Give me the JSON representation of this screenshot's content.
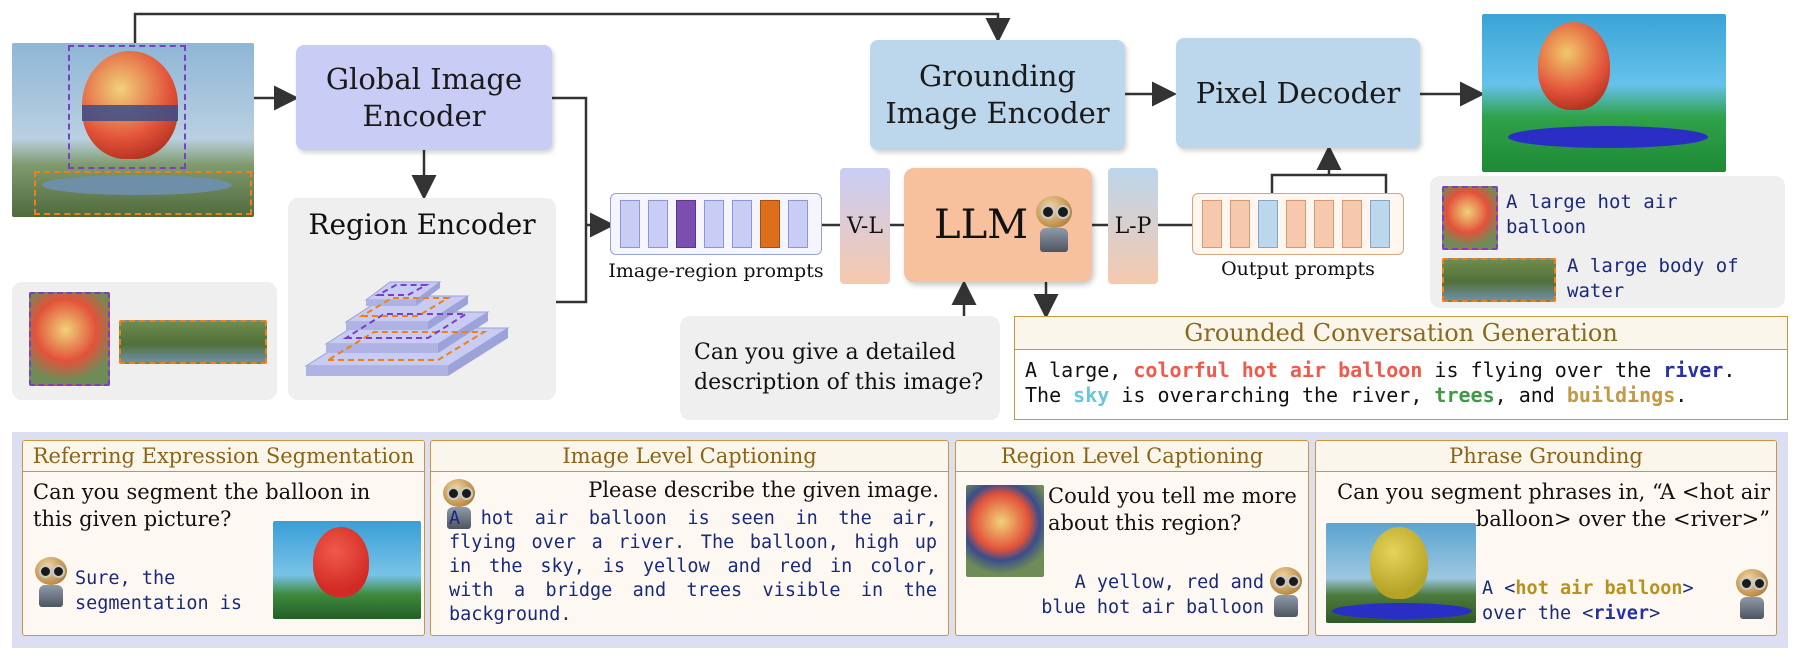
{
  "colors": {
    "encoder_blue": "#c9cdf6",
    "grounding_blue": "#bcd6ec",
    "llm_orange": "#f6c19c",
    "purple_dash": "#7b3fc4",
    "orange_dash": "#f07f14",
    "panel_gold": "#c9963a",
    "mono_navy": "#1a2a7a"
  },
  "pipeline": {
    "global_encoder": "Global Image\nEncoder",
    "region_encoder": "Region Encoder",
    "grounding_encoder": "Grounding\nImage Encoder",
    "pixel_decoder": "Pixel Decoder",
    "llm": "LLM",
    "vl": "V-L",
    "lp": "L-P",
    "image_region_prompts": "Image-region prompts",
    "output_prompts": "Output prompts",
    "user_question": "Can you give a detailed description of this image?"
  },
  "mask_legend": [
    {
      "text": "A large hot air balloon"
    },
    {
      "text": "A large body of water"
    }
  ],
  "gcg": {
    "title": "Grounded Conversation Generation",
    "t1": "A large, ",
    "p1": "colorful hot air balloon",
    "t2": " is flying over the ",
    "p2": "river",
    "t3": ".",
    "t4": "The ",
    "p3": "sky",
    "t5": " is overarching the river, ",
    "p4": "trees",
    "t6": ", and ",
    "p5": "buildings",
    "t7": "."
  },
  "tasks": {
    "res": {
      "title": "Referring Expression Segmentation",
      "question": "Can you segment the balloon in this given picture?",
      "answer_1": "Sure, the",
      "answer_2": "segmentation is"
    },
    "ilc": {
      "title": "Image Level Captioning",
      "question": "Please describe the given image.",
      "answer": "A hot air balloon is seen in the air, flying over a river. The balloon, high up in the sky, is yellow and red in color, with a bridge and trees visible in the background."
    },
    "rlc": {
      "title": "Region Level Captioning",
      "question": "Could you tell me more about this region?",
      "answer_1": "A yellow, red and",
      "answer_2": "blue hot air balloon"
    },
    "pg": {
      "title": "Phrase Grounding",
      "question": "Can you segment phrases in, “A <hot air balloon> over the <river>”",
      "a1": "A <",
      "a2": "hot air balloon",
      "a3": ">",
      "a4": "over the <",
      "a5": "river",
      "a6": ">"
    }
  }
}
